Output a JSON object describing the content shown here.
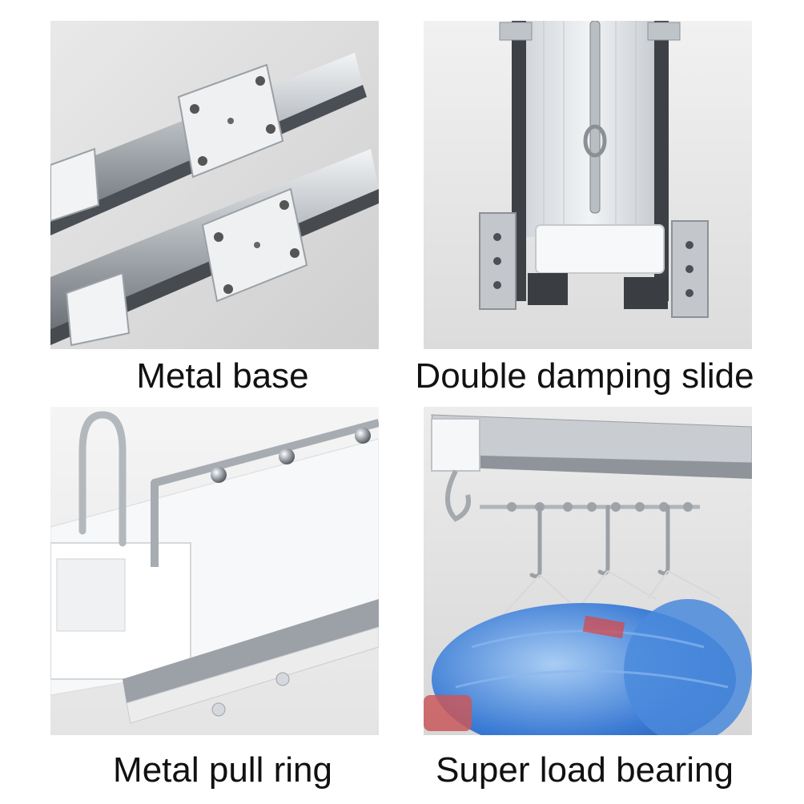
{
  "captions": {
    "metal_base": "Metal base",
    "double_damping_slide": "Double damping slide",
    "metal_pull_ring": "Metal pull ring",
    "super_load_bearing": "Super load bearing"
  },
  "panels": [
    {
      "subject": "metal-base-photo"
    },
    {
      "subject": "double-damping-slide-photo"
    },
    {
      "subject": "metal-pull-ring-photo"
    },
    {
      "subject": "super-load-bearing-photo"
    }
  ],
  "colors": {
    "caption_text": "#111111",
    "background": "#ffffff",
    "metal": "#c8ccd1",
    "plastic_white": "#f4f5f6",
    "water_blue": "#3b7bd4"
  }
}
